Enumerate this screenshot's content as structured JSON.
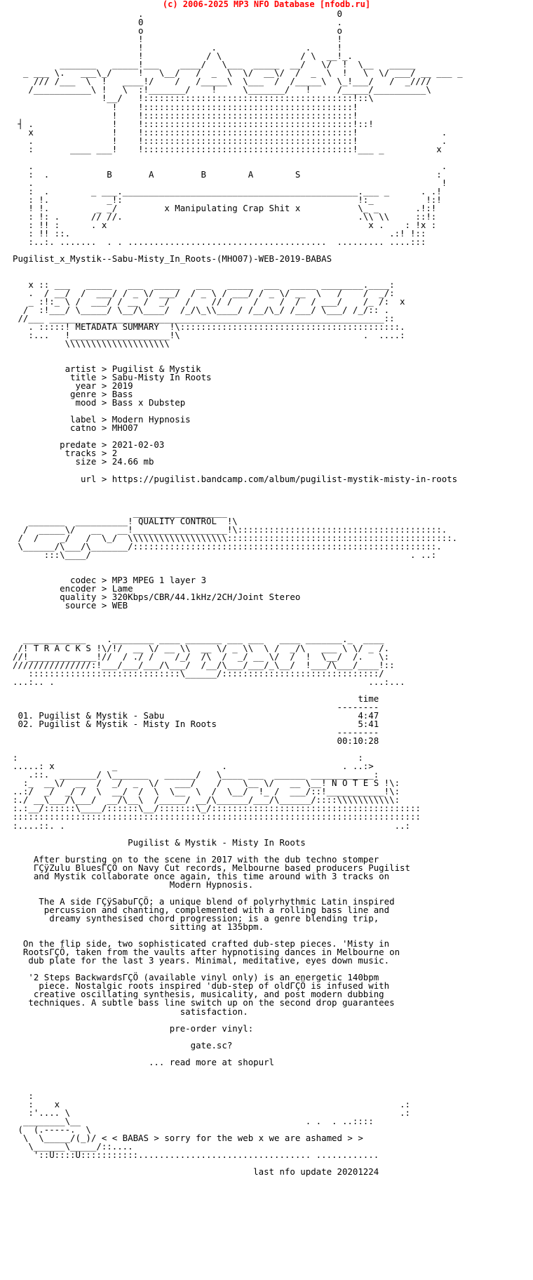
{
  "banner": "(c) 2006-2025 MP3 NFO Database [nfodb.ru]",
  "header_art": [
    "                        .                                     0",
    "                        0                                     .",
    "                        o                                     o",
    "                        !                                     !",
    "                        !             .                 .     !",
    "                        !            / \\               / \\  __!_.",
    "         _______   _____!___    ____/   \\___  _____  __/   \\/  !  \\__   _____",
    "  _ ___ \\.   ___\\_/     !   \\__/   /  _  \\  \\/  __\\/  /  _  \\  !   \\  \\/ ___/ __ ___ _",
    "    /// /___  \\  !   ____!/    /   /_____\\  \\___  /  /_____\\  \\_!___/   /  _////",
    "   /___________\\ !   \\  :!_______/    !     \\_______/   !     /_____/__________\\",
    "                 !__/   !::::::::::::::::::::::::::::::::::::::::!::\\",
    "                   !    !::::::::::::::::::::::::::::::::::::::::!",
    "                   !    !::::::::::::::::::::::::::::::::::::::::!",
    " ┤ .               !    !::::::::::::::::::::::::::::::::::::::::!::!",
    "   x               !    !::::::::::::::::::::::::::::::::::::::::!                .",
    "   .               !    !::::::::::::::::::::::::::::::::::::::::!                .",
    "   :       ____ ___!    !::::::::::::::::::::::::::::::::::::::::!___ _          x",
    "",
    "   .                                                                              .",
    "   :  .           B       A         B        A        S                          :",
    "   .                                                                              !",
    "   :  .        _ ___._____________________________________________.___ _      . .!",
    "   : !.           _!:                                             !:_          !:!",
    "   ! !.         _ _/         x Manipulating Crap Shit x           \\_ _       .!:!",
    "   : !: .      // //.                                             .\\\\ \\\\     ::!:",
    "   : !! :      . x                                                  x .    : !x :",
    "   : !! ::.                                                             .:! !::",
    "   :..:. .......  . . ......................................  ......... ....:::"
  ],
  "release_name": "Pugilist_x_Mystik--Sabu-Misty_In_Roots-(MHO07)-WEB-2019-BABAS",
  "metadata_art": [
    "   x :: ___   _____   ___  _____   ___   _____  ___  _____ ________.____:",
    "   .  / __/  /  ___/ / _ \\/ ___/  / _ \\ / ___/ / _ \\/ __  \\   /    /  _/:",
    "   _ :!:_ \\ /  ___/ / __ /  _/   /    // /    /    /  /  / ___/    /_ /:  x",
    "  /  :!___/ \\_____/ \\__/\\____/  /_/\\_\\\\____/ /__/\\_/ /___/ \\___/ /_/:: .",
    " //___ ______ _________________________________________________________::",
    "   . :::::! METADATA SUMMARY  !\\::::::::::::::::::::::::::::::::::::::::::.",
    "   :...   !___________________!\\                                   .  ....:",
    "          \\\\\\\\\\\\\\\\\\\\\\\\\\\\\\\\\\\\\\\\"
  ],
  "metadata": {
    "artist": "Pugilist & Mystik",
    "title": "Sabu-Misty In Roots",
    "year": "2019",
    "genre": "Bass",
    "mood": "Bass x Dubstep",
    "label": "Modern Hypnosis",
    "catno": "MHO07",
    "predate": "2021-02-03",
    "tracks": "2",
    "size": "24.66 mb",
    "url": "https://pugilist.bandcamp.com/album/pugilist-mystik-misty-in-roots"
  },
  "quality_art": [
    "                       __________________",
    "   _______  __________! QUALITY CONTROL  !\\",
    "  /  _____\\/   __   __!__________________!\\:::::::::::::::::::::::::::::::::::::::.",
    " /  /    _/   /  \\_/  \\\\\\\\\\\\\\\\\\\\\\\\\\\\\\\\\\\\\\:::::::::::::::::::::::::::::::::::::::::::.",
    " \\______/\\___/\\_______/::::::::::::::::::::::::::::::::::::::::::::::::::::::::::.",
    "      :::\\____/                                                             . ..:"
  ],
  "quality": {
    "codec": "MP3 MPEG 1 layer 3",
    "encoder": "Lame",
    "quality": "320Kbps/CBR/44.1kHz/2CH/Joint Stereo",
    "source": "WEB"
  },
  "tracks_art": [
    "  ____________    .________ ____ _______ ___ ___   ____ _______._  ____",
    " /! T R A C K S !\\/!/  __ \\/ __ \\\\  __ \\/ _ \\\\  \\ /  _/\\   ___ \\ \\/ _ /.",
    "//!_____________!//  / ./ /    /_/  /\\  /  _/ __ \\/  /  !  \\__/  /.   \\:",
    "///////////////:!___/___/___/\\___/  /__/\\___/___/_\\__/  !___/\\___/____!::",
    "   :::::::::::::::::::::::::::::\\______/::::::::::::::::::::::::::::::/",
    "...:.. .                                                            ...:..."
  ],
  "tracks_header": "time",
  "tracks_rule": "--------",
  "tracks": [
    {
      "n": "01.",
      "title": "Pugilist & Mystik - Sabu",
      "time": "4:47"
    },
    {
      "n": "02.",
      "title": "Pugilist & Mystik - Misty In Roots",
      "time": "5:41"
    }
  ],
  "total_time": "00:10:28",
  "notes_art": [
    ":                                                                 :",
    ".....: x           _                    .                      . ..:>",
    "   .::.  _______/ \\_______   ______/   \\____ ___  ______ ____________:",
    "  :_  __\\/  __  /  _/  _  \\/   ___/    /    \\__ \\/   __ \\__! N O T E S !\\:",
    "..:/  _/  _/ /  \\  __/  /  \\  \\__  \\  /  \\__/  !_ /  ___/::!___________!\\:",
    ":./ __\\___/\\___/  __/\\__\\  /_____/ __/\\______/___/\\______/::::\\\\\\\\\\\\\\\\\\\\\\:",
    ":.:__/::::::\\____/::::::\\__/:::::::\\_/::::::::::::::::::::::::::::::::::::::::",
    "::::::::::::::::::::::::::::::::::::::::::::::::::::::::::::::::::::::::::::::",
    ":....::. .                                                               ..:"
  ],
  "notes": {
    "title": "Pugilist & Mystik - Misty In Roots",
    "paragraphs": [
      "    After bursting on to the scene in 2017 with the dub techno stomper\n    ΓÇÿZulu BluesΓÇÖ on Navy Cut records, Melbourne based producers Pugilist\n    and Mystik collaborate once again, this time around with 3 tracks on\n                              Modern Hypnosis.",
      "     The A side ΓÇÿSabuΓÇÖ; a unique blend of polyrhythmic Latin inspired\n      percussion and chanting, complemented with a rolling bass line and\n       dreamy synthesised chord progression; is a genre blending trip,\n                              sitting at 135bpm.",
      "  On the flip side, two sophisticated crafted dub-step pieces. 'Misty in\n  RootsΓÇÖ, taken from the vaults after hypnotising dances in Melbourne on\n   dub plate for the last 3 years. Minimal, meditative, eyes down music.",
      "   '2 Steps BackwardsΓÇÖ (available vinyl only) is an energetic 140bpm\n     piece. Nostalgic roots inspired 'dub-step of oldΓÇÖ is infused with\n    creative oscillating synthesis, musicality, and post modern dubbing\n   techniques. A subtle bass line switch up on the second drop guarantees\n                                satisfaction."
    ],
    "preorder": "pre-order vinyl:",
    "link1": "gate.sc?",
    "read_more": "... read more at shopurl"
  },
  "footer_art": [
    "   :",
    "   :    x                                                                 .:",
    "   :'.... \\                                                               .:",
    "  ________\\__                                           . .  . ..::::",
    " (  (.-----.  \\",
    "  \\  \\_____/(_)/ < < BABAS > sorry for the web x we are ashamed > >",
    "   \\______\\_____/::....",
    "    '::U::::U:::::::::::................................. ............"
  ],
  "last_update": "last nfo update 20201224"
}
